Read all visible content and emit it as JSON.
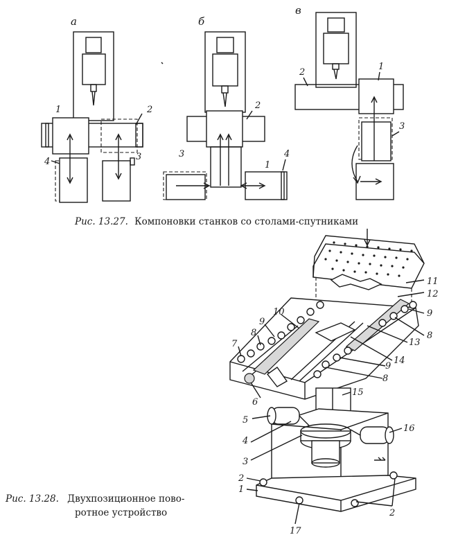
{
  "figure_1": {
    "caption_prefix": "Рис. 13.27.",
    "caption_text": "Компоновки станков со столами-спутниками",
    "sublabels": [
      "а",
      "б",
      "в"
    ],
    "layout_a_labels": [
      "1",
      "2",
      "3",
      "4"
    ],
    "layout_b_labels": [
      "2",
      "3",
      "1",
      "4"
    ],
    "layout_c_labels": [
      "2",
      "1",
      "3"
    ]
  },
  "figure_2": {
    "caption_prefix": "Рис. 13.28.",
    "caption_line1": "Двухпозиционное пово-",
    "caption_line2": "ротное устройство",
    "labels": [
      "11",
      "12",
      "10",
      "9",
      "9",
      "8",
      "8",
      "13",
      "7",
      "14",
      "9",
      "8",
      "6",
      "15",
      "5",
      "16",
      "4",
      "3",
      "2",
      "1",
      "2",
      "17"
    ]
  }
}
